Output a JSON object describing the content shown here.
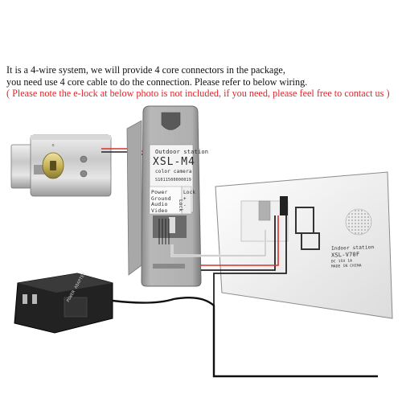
{
  "instructions": {
    "line1": "It is a 4-wire system, we will provide 4 core connectors in the package,",
    "line2": "you need use 4 core cable to do the connection. Please refer to below wiring.",
    "line3": "( Please note the e-lock at below photo is not included, if you need, please feel free to contact us )"
  },
  "outdoor_station": {
    "label": "Outdoor station",
    "model": "XSL-M4",
    "sub": "color camera",
    "serial": "S1011500000019",
    "pins": [
      "Power",
      "Ground",
      "Audio",
      "Video"
    ],
    "lock_pins": [
      "Lock",
      "+",
      "-"
    ]
  },
  "indoor_station": {
    "label": "Indoor station",
    "model": "XSL-V70F",
    "spec": "DC 15V 1A",
    "made": "MADE IN CHINA"
  },
  "power_adapter": {
    "label": "POWER ADAPTER"
  },
  "lock": {
    "label": "Lock"
  },
  "colors": {
    "text": "#111111",
    "note_red": "#e0262a",
    "wire_red": "#d9302c",
    "wire_black": "#222222",
    "wire_white": "#f2f2f2"
  }
}
